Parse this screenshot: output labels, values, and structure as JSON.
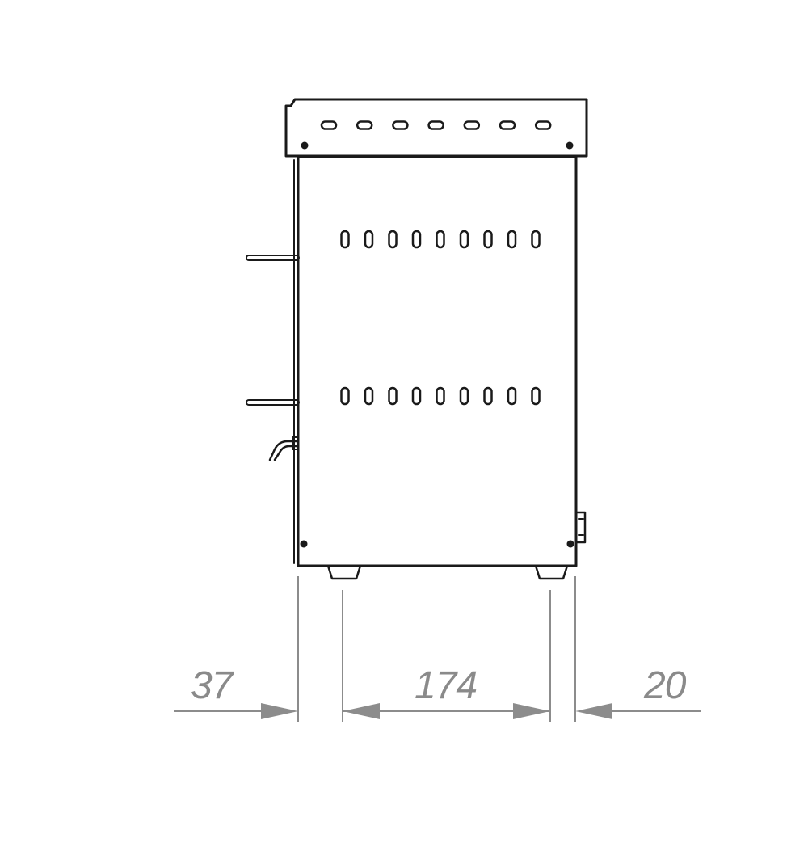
{
  "dimensions": {
    "left_offset": "37",
    "foot_spacing": "174",
    "right_offset": "20"
  },
  "colors": {
    "ink": "#1a1a1a",
    "dimension": "#8c8c8c",
    "background": "#ffffff"
  }
}
